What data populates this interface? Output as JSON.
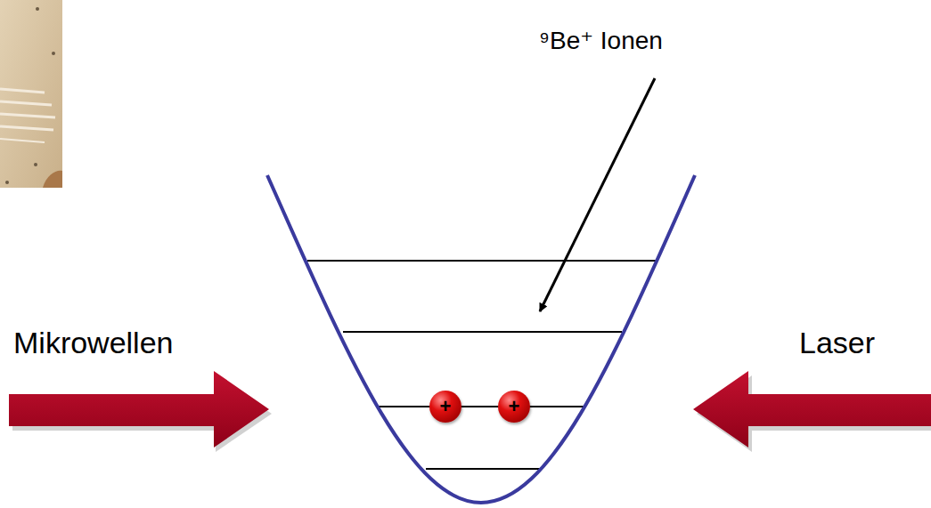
{
  "diagram": {
    "nodes": [
      {
        "text": [
          "+"
        ]
      },
      {
        "text": [
          "+"
        ]
      }
    ],
    "labels": [
      "⁹Be⁺ Ionen",
      "Mikrowellen",
      "Laser"
    ]
  }
}
